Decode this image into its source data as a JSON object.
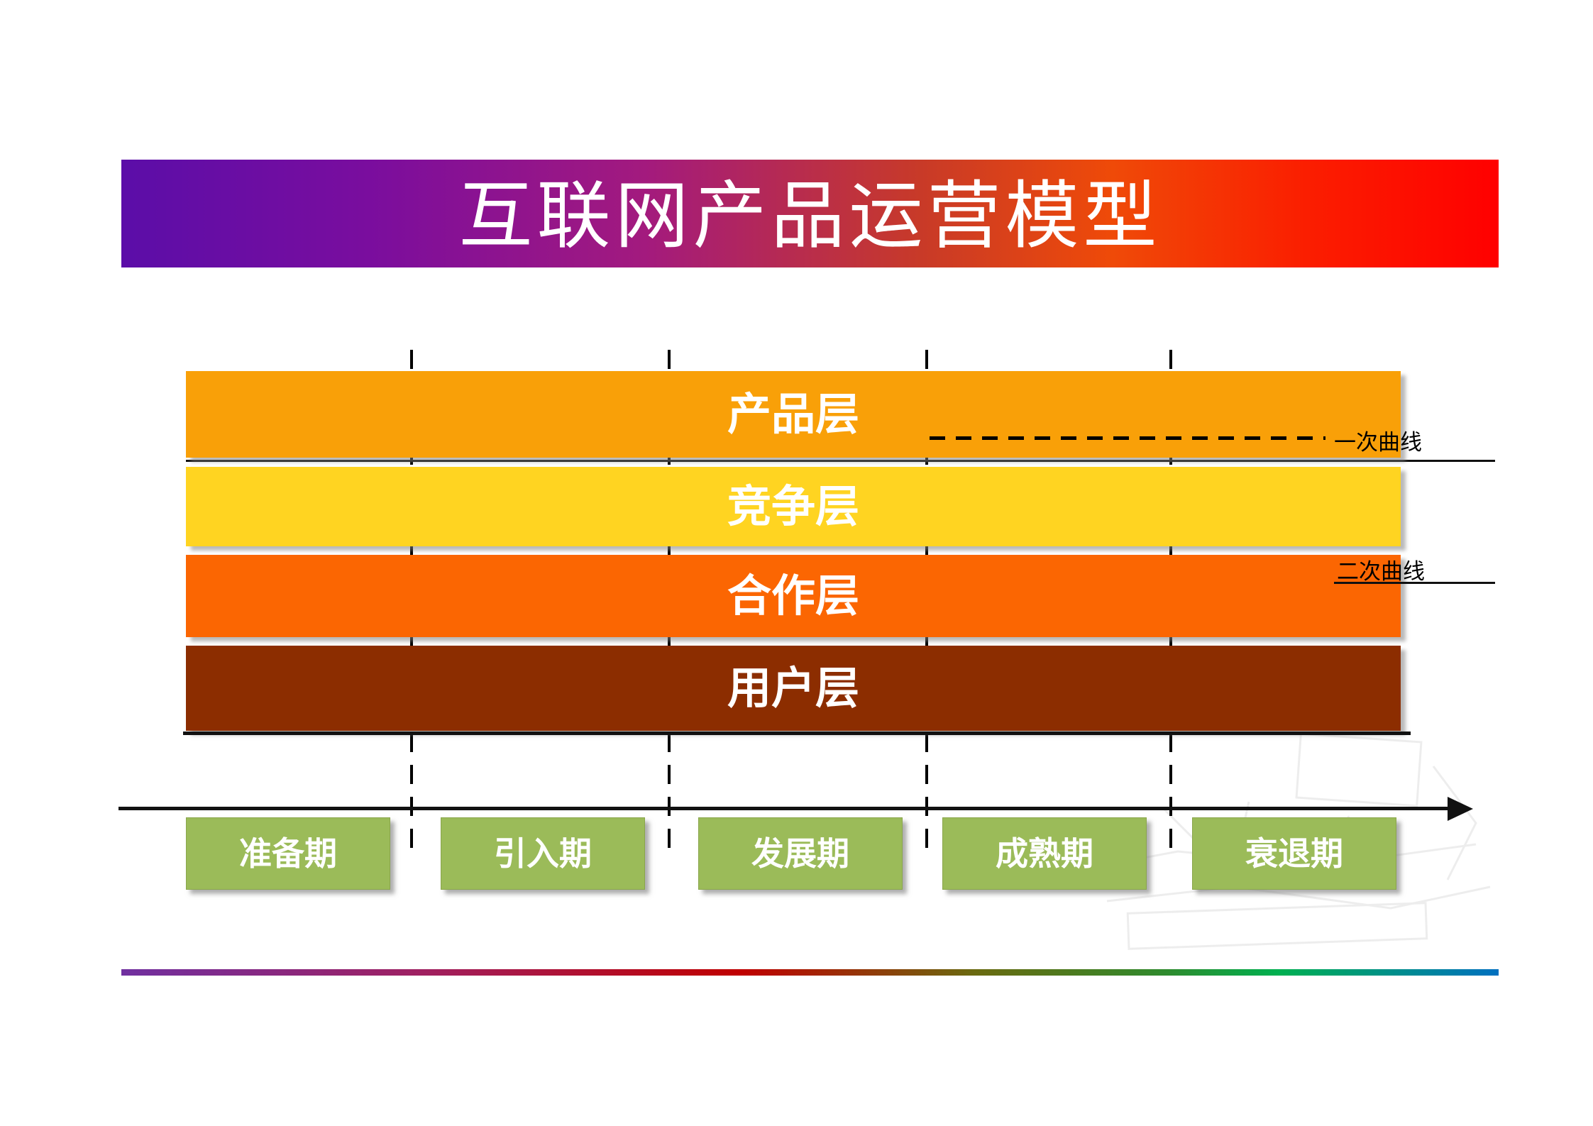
{
  "slide": {
    "title": "互联网产品运营模型"
  },
  "model": {
    "layers": [
      {
        "label": "产品层",
        "color": "#F9A008"
      },
      {
        "label": "竞争层",
        "color": "#FFD421"
      },
      {
        "label": "合作层",
        "color": "#FB6602"
      },
      {
        "label": "用户层",
        "color": "#8C2D00"
      }
    ],
    "curves": [
      {
        "label": "一次曲线",
        "line_style": "dashed"
      },
      {
        "label": "二次曲线",
        "line_style": "solid"
      }
    ]
  },
  "timeline": {
    "phase_color": "#9BBB59",
    "phases": [
      {
        "label": "准备期"
      },
      {
        "label": "引入期"
      },
      {
        "label": "发展期"
      },
      {
        "label": "成熟期"
      },
      {
        "label": "衰退期"
      }
    ]
  }
}
